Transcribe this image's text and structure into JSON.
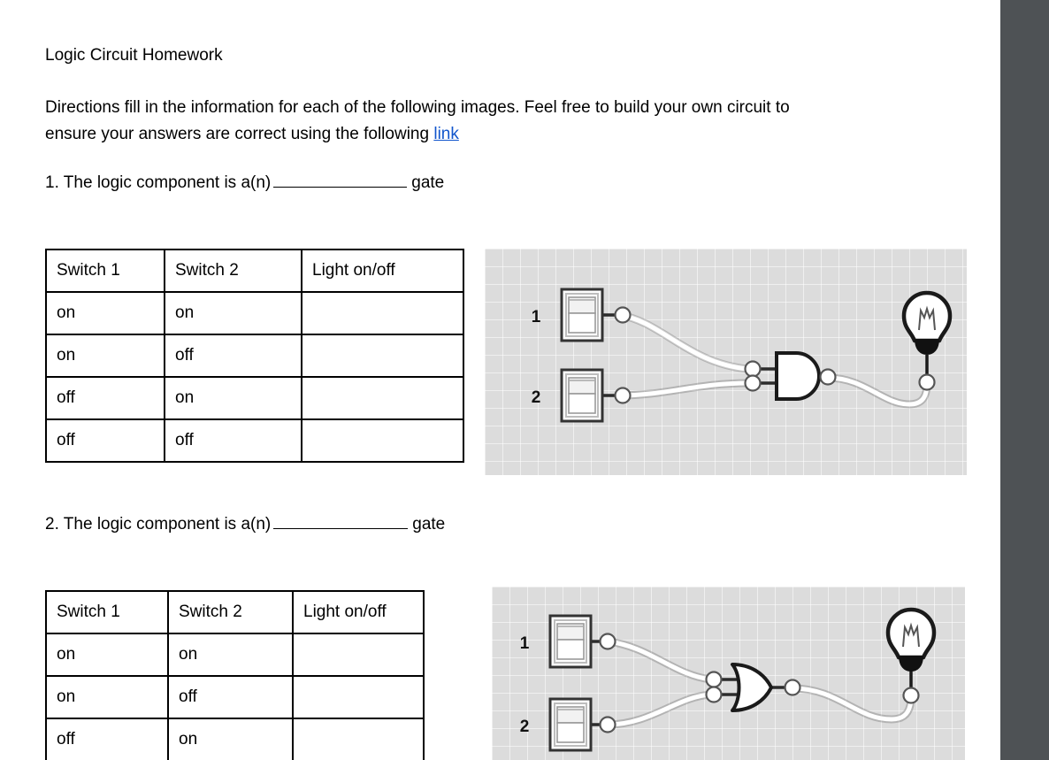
{
  "document": {
    "title": "Logic Circuit Homework",
    "directions_before_link": "Directions fill in the information for each of the following images. Feel free to build your own circuit to ensure your answers are correct using the following ",
    "link_text": "link",
    "link_color": "#1155cc"
  },
  "questions": [
    {
      "id": "q1",
      "number": "1.",
      "prompt_before_blank": "The logic component is a(n)",
      "prompt_after_blank": "gate",
      "answer_blank": ""
    },
    {
      "id": "q2",
      "number": "2.",
      "prompt_before_blank": "The logic component is a(n)",
      "prompt_after_blank": "gate",
      "answer_blank": ""
    }
  ],
  "tables": [
    {
      "id": "table-1",
      "headers": [
        "Switch 1",
        "Switch 2",
        "Light on/off"
      ],
      "rows": [
        [
          "on",
          "on",
          ""
        ],
        [
          "on",
          "off",
          ""
        ],
        [
          "off",
          "on",
          ""
        ],
        [
          "off",
          "off",
          ""
        ]
      ]
    },
    {
      "id": "table-2",
      "headers": [
        "Switch 1",
        "Switch 2",
        "Light on/off"
      ],
      "rows": [
        [
          "on",
          "on",
          ""
        ],
        [
          "on",
          "off",
          ""
        ],
        [
          "off",
          "on",
          ""
        ]
      ]
    }
  ],
  "circuits": [
    {
      "id": "circuit-1",
      "gate_type": "AND",
      "switch_labels": [
        "1",
        "2"
      ],
      "output_device": "light-bulb",
      "background_color": "#dcdcdc"
    },
    {
      "id": "circuit-2",
      "gate_type": "OR",
      "switch_labels": [
        "1",
        "2"
      ],
      "output_device": "light-bulb",
      "background_color": "#dcdcdc"
    }
  ],
  "chrome": {
    "gutter_color": "#4e5255"
  }
}
